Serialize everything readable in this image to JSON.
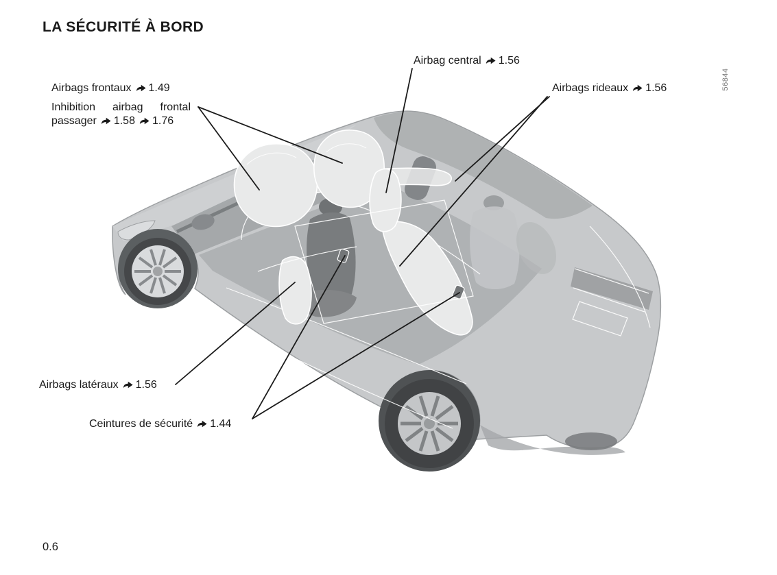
{
  "page": {
    "title": "LA SÉCURITÉ À BORD",
    "number": "0.6"
  },
  "figure": {
    "illustration_id": "56844"
  },
  "colors": {
    "text": "#1a1a1a",
    "illustration_id_gray": "#7b7b7b",
    "car_body_gray": "#c6c8ca",
    "airbag_light_gray": "#e9eaea"
  },
  "callouts": [
    {
      "id": "airbags-frontaux",
      "text": "Airbags frontaux",
      "refs": [
        "1.49"
      ]
    },
    {
      "id": "inhibition-airbag-frontal-passager",
      "text": "Inhibition airbag frontal passager",
      "refs": [
        "1.58",
        "1.76"
      ]
    },
    {
      "id": "airbag-central",
      "text": "Airbag central",
      "refs": [
        "1.56"
      ]
    },
    {
      "id": "airbags-rideaux",
      "text": "Airbags rideaux",
      "refs": [
        "1.56"
      ]
    },
    {
      "id": "airbags-lateraux",
      "text": "Airbags latéraux",
      "refs": [
        "1.56"
      ]
    },
    {
      "id": "ceintures-de-securite",
      "text": "Ceintures de sécurité",
      "refs": [
        "1.44"
      ]
    }
  ]
}
